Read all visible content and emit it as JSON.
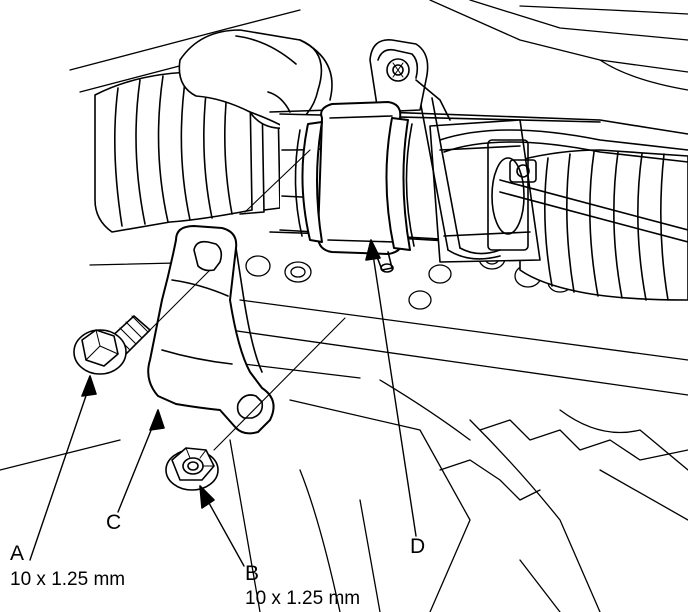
{
  "callouts": {
    "a": {
      "letter": "A",
      "spec": "10 x 1.25 mm"
    },
    "b": {
      "letter": "B",
      "spec": "10 x 1.25 mm"
    },
    "c": {
      "letter": "C"
    },
    "d": {
      "letter": "D"
    }
  },
  "colors": {
    "ink": "#000000",
    "paper": "#ffffff"
  }
}
